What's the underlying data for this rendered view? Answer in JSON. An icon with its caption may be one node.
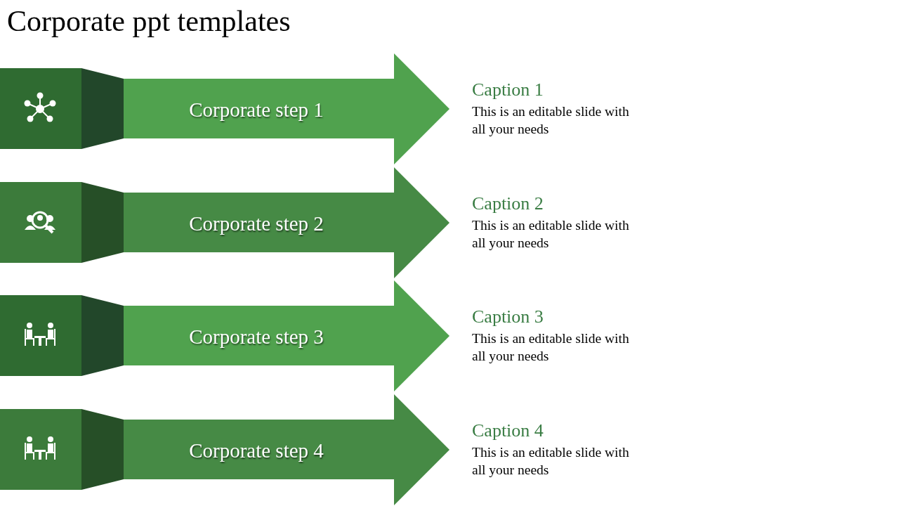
{
  "diagram": {
    "title": "Corporate ppt templates",
    "nodes": [
      {
        "text": [
          "Corporate step 1"
        ],
        "beside": [
          "Caption 1",
          "This is an editable slide with all your needs"
        ]
      },
      {
        "text": [
          "Corporate step 2"
        ],
        "beside": [
          "Caption 2",
          "This is an editable slide with all your needs"
        ]
      },
      {
        "text": [
          "Corporate step 3"
        ],
        "beside": [
          "Caption 3",
          "This is an editable slide with all your needs"
        ]
      },
      {
        "text": [
          "Corporate step 4"
        ],
        "beside": [
          "Caption 4",
          "This is an editable slide with all your needs"
        ]
      }
    ]
  }
}
